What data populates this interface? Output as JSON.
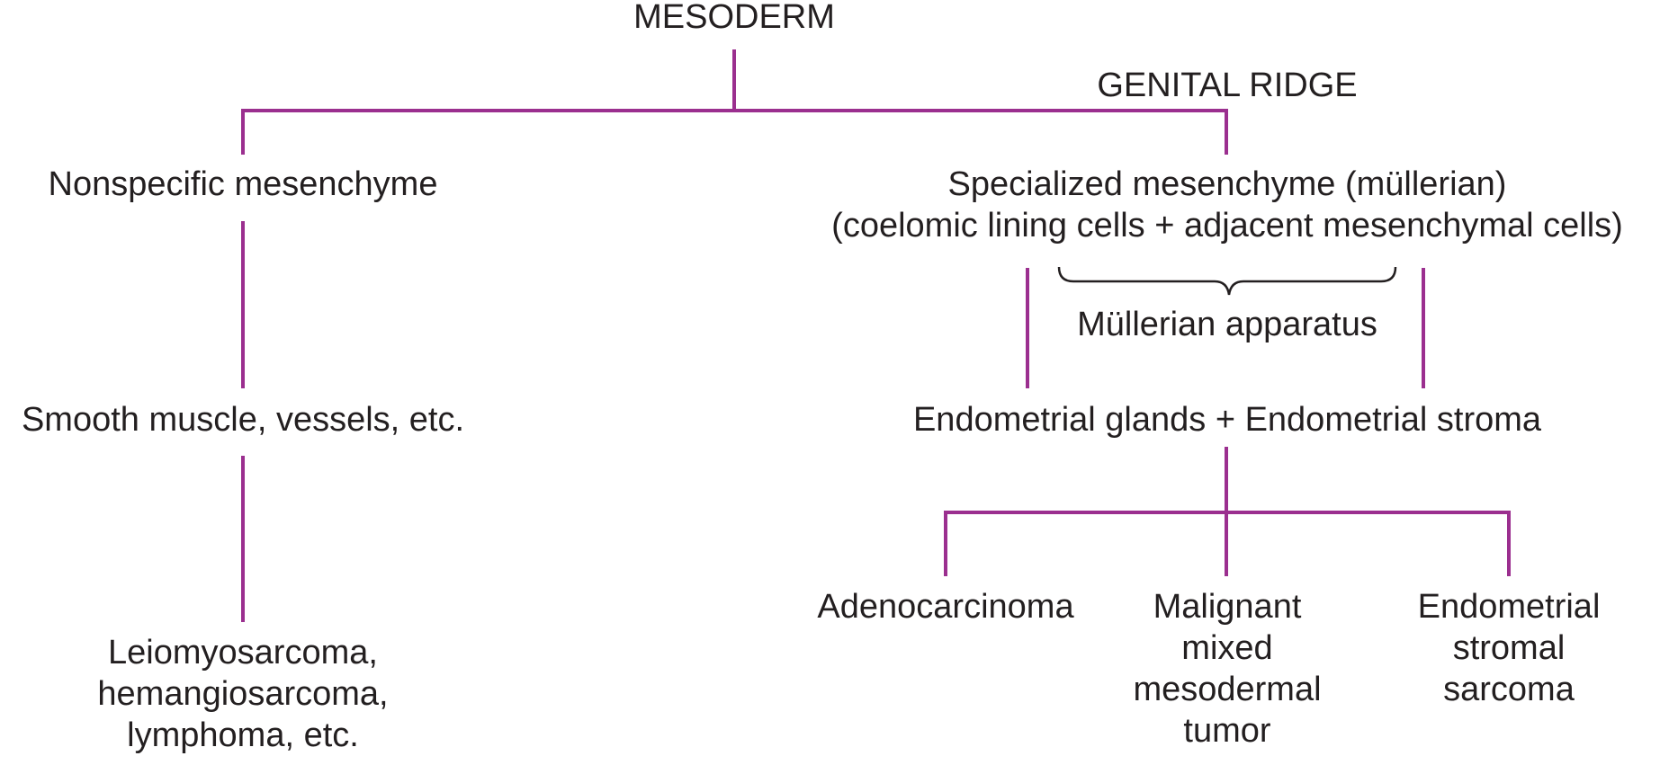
{
  "colors": {
    "connector": "#9b2f8f",
    "brace": "#231f20",
    "text": "#231f20"
  },
  "nodes": {
    "mesoderm": "MESODERM",
    "genital_ridge": "GENITAL RIDGE",
    "nonspecific": "Nonspecific mesenchyme",
    "specialized_line1": "Specialized mesenchyme (müllerian)",
    "specialized_line2": "(coelomic lining cells + adjacent mesenchymal cells)",
    "mullerian_apparatus": "Müllerian apparatus",
    "smooth_muscle": "Smooth muscle, vessels, etc.",
    "endometrial": "Endometrial glands + Endometrial stroma",
    "leio": [
      "Leiomyosarcoma,",
      "hemangiosarcoma,",
      "lymphoma, etc."
    ],
    "adenocarcinoma": "Adenocarcinoma",
    "mmmt": [
      "Malignant",
      "mixed",
      "mesodermal",
      "tumor"
    ],
    "ess": [
      "Endometrial",
      "stromal",
      "sarcoma"
    ]
  }
}
